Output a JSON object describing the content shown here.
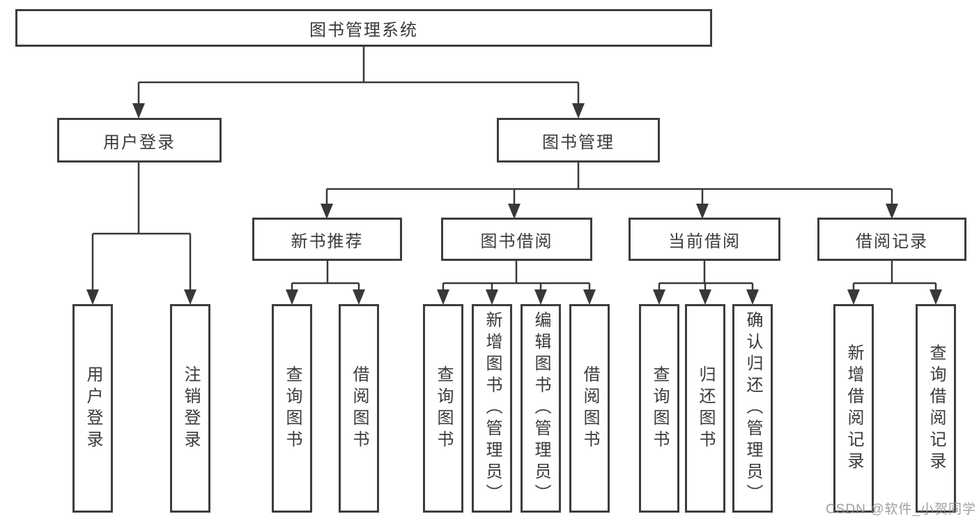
{
  "diagram": {
    "root": {
      "label": "图书管理系统"
    },
    "branches": {
      "user_login": {
        "label": "用户登录",
        "children": [
          "用户登录",
          "注销登录"
        ]
      },
      "book_mgmt": {
        "label": "图书管理",
        "sections": [
          {
            "label": "新书推荐",
            "children": [
              "查询图书",
              "借阅图书"
            ]
          },
          {
            "label": "图书借阅",
            "children": [
              "查询图书",
              "新增图书（管理员）",
              "编辑图书（管理员）",
              "借阅图书"
            ]
          },
          {
            "label": "当前借阅",
            "children": [
              "查询图书",
              "归还图书",
              "确认归还（管理员）"
            ]
          },
          {
            "label": "借阅记录",
            "children": [
              "新增借阅记录",
              "查询借阅记录"
            ]
          }
        ]
      }
    }
  },
  "watermark": {
    "text": "CSDN @软件_小贺同学"
  },
  "colors": {
    "background": "#ffffff",
    "line": "#383838",
    "box_border": "#3d3d3d",
    "text": "#3a3a3a",
    "watermark": "#8a8a8a"
  }
}
